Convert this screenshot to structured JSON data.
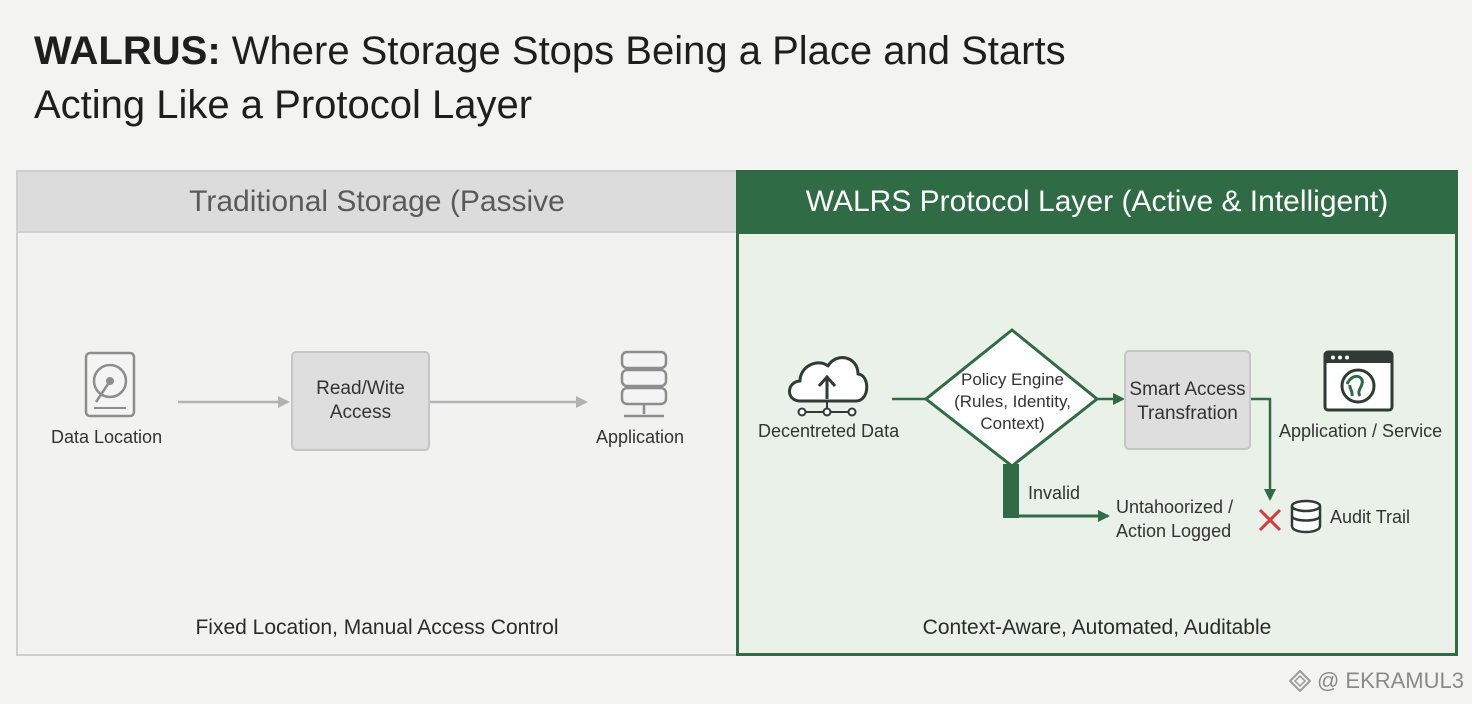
{
  "title": {
    "bold": "WALRUS:",
    "rest": " Where Storage Stops Being a Place and Starts",
    "line2": "Acting Like a Protocol Layer"
  },
  "left_panel": {
    "header": "Traditional Storage (Passive",
    "nodes": {
      "data_location": "Data Location",
      "read_write_line1": "Read/Wite",
      "read_write_line2": "Access",
      "application": "Application"
    },
    "caption": "Fixed Location, Manual Access Control"
  },
  "right_panel": {
    "header": "WALRS Protocol Layer (Active & Intelligent)",
    "nodes": {
      "decentred_data": "Decentreted Data",
      "policy_line1": "Policy Engine",
      "policy_line2": "(Rules, Identity,",
      "policy_line3": "Context)",
      "smart_line1": "Smart Access",
      "smart_line2": "Transfration",
      "app_service": "Application / Service",
      "invalid": "Invalid",
      "unauth_line1": "Untahoorized /",
      "unauth_line2": "Action Logged",
      "audit_trail": "Audit Trail"
    },
    "caption": "Context-Aware, Automated, Auditable"
  },
  "watermark": "@ EKRAMUL3",
  "icons": [
    "hard-drive-icon",
    "database-server-icon",
    "cloud-upload-icon",
    "browser-window-icon",
    "database-icon",
    "x-mark-icon",
    "watermark-diamond-icon"
  ],
  "colors": {
    "accent_green": "#2f6b45",
    "right_bg": "#e9f1e9",
    "left_header_bg": "#dcdcdc",
    "reject_red": "#d63a3a"
  }
}
